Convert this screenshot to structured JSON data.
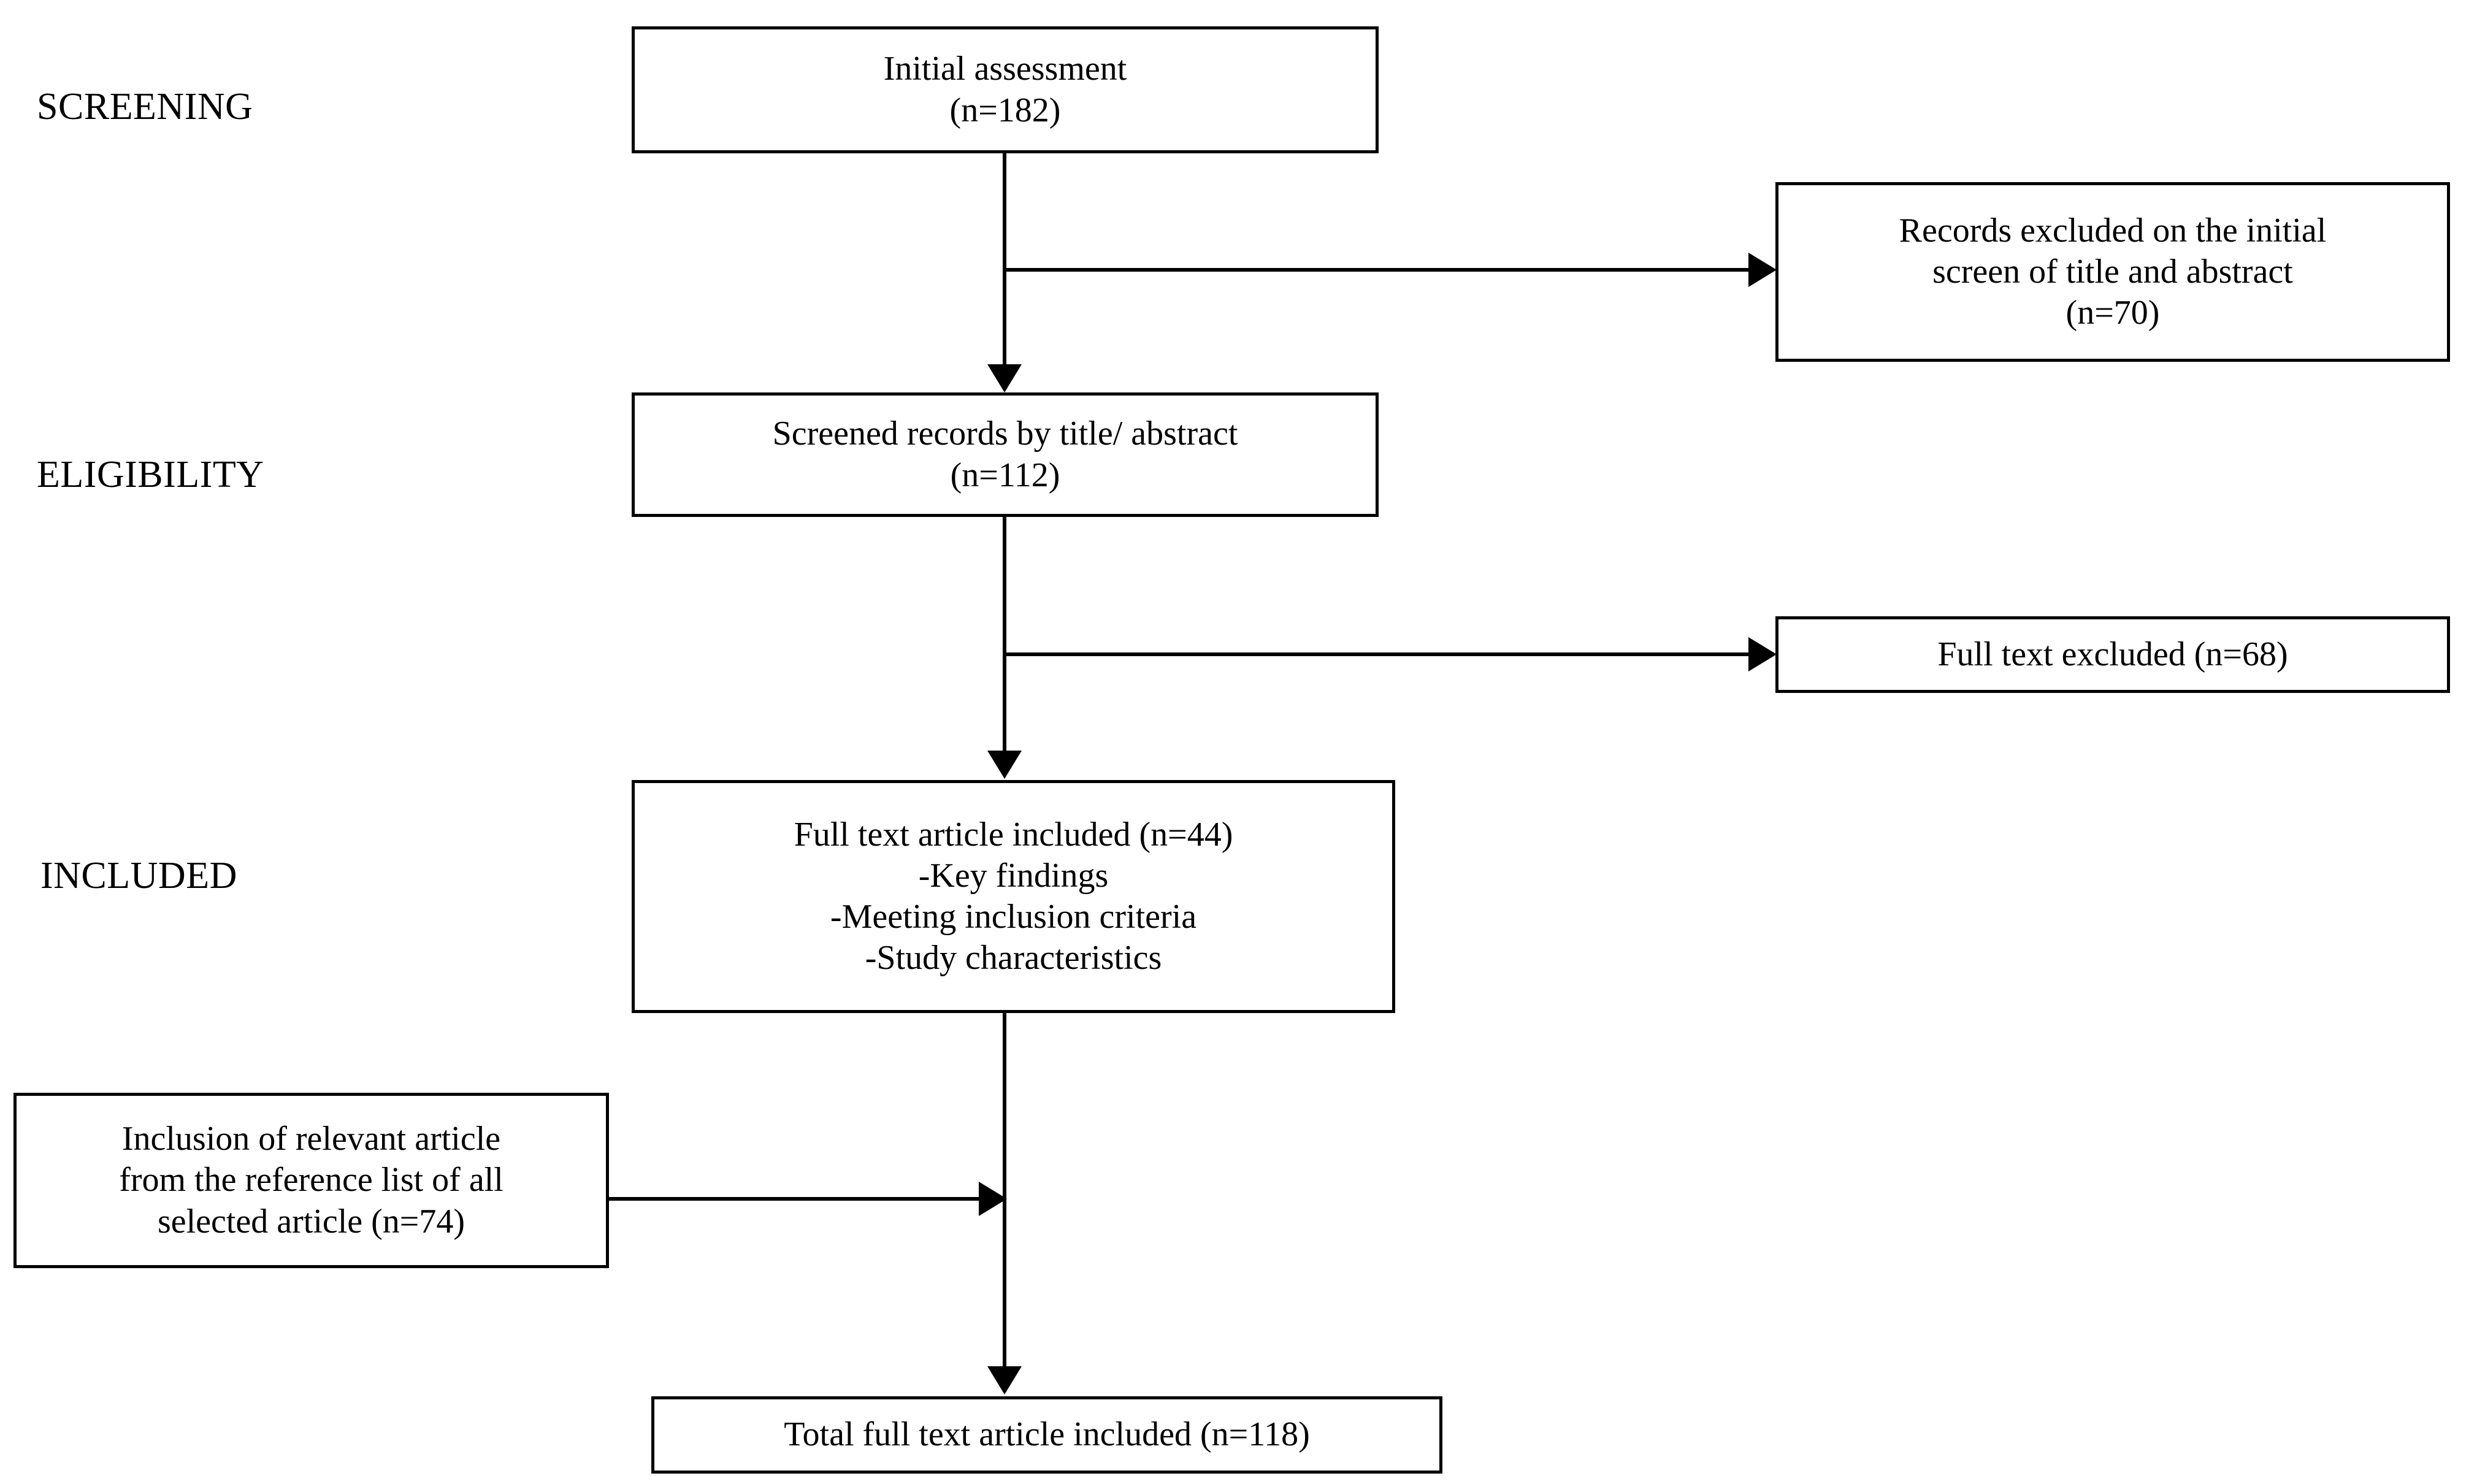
{
  "diagram": {
    "title": "PRISMA study selection flow diagram",
    "background_color": "#ffffff",
    "line_color": "#000000",
    "stage_labels": [
      {
        "id": "screening",
        "text": "SCREENING"
      },
      {
        "id": "eligibility",
        "text": "ELIGIBILITY"
      },
      {
        "id": "included",
        "text": "INCLUDED"
      }
    ],
    "nodes": {
      "initial_assessment": {
        "lines": [
          "Initial assessment",
          "(n=182)"
        ],
        "count": 182
      },
      "records_excluded_initial": {
        "lines": [
          "Records excluded on the initial",
          "screen of title and abstract",
          "(n=70)"
        ],
        "count": 70
      },
      "screened_records": {
        "lines": [
          "Screened records by title/ abstract",
          "(n=112)"
        ],
        "count": 112
      },
      "full_text_excluded": {
        "lines": [
          "Full text excluded (n=68)"
        ],
        "count": 68
      },
      "full_text_included": {
        "lines": [
          "Full text article included (n=44)",
          "-Key findings",
          "-Meeting inclusion criteria",
          "-Study characteristics"
        ],
        "count": 44
      },
      "inclusion_from_references": {
        "lines": [
          "Inclusion of relevant article",
          "from the reference list of all",
          "selected article  (n=74)"
        ],
        "count": 74
      },
      "total_included": {
        "lines": [
          "Total full text article included (n=118)"
        ],
        "count": 118
      }
    }
  }
}
